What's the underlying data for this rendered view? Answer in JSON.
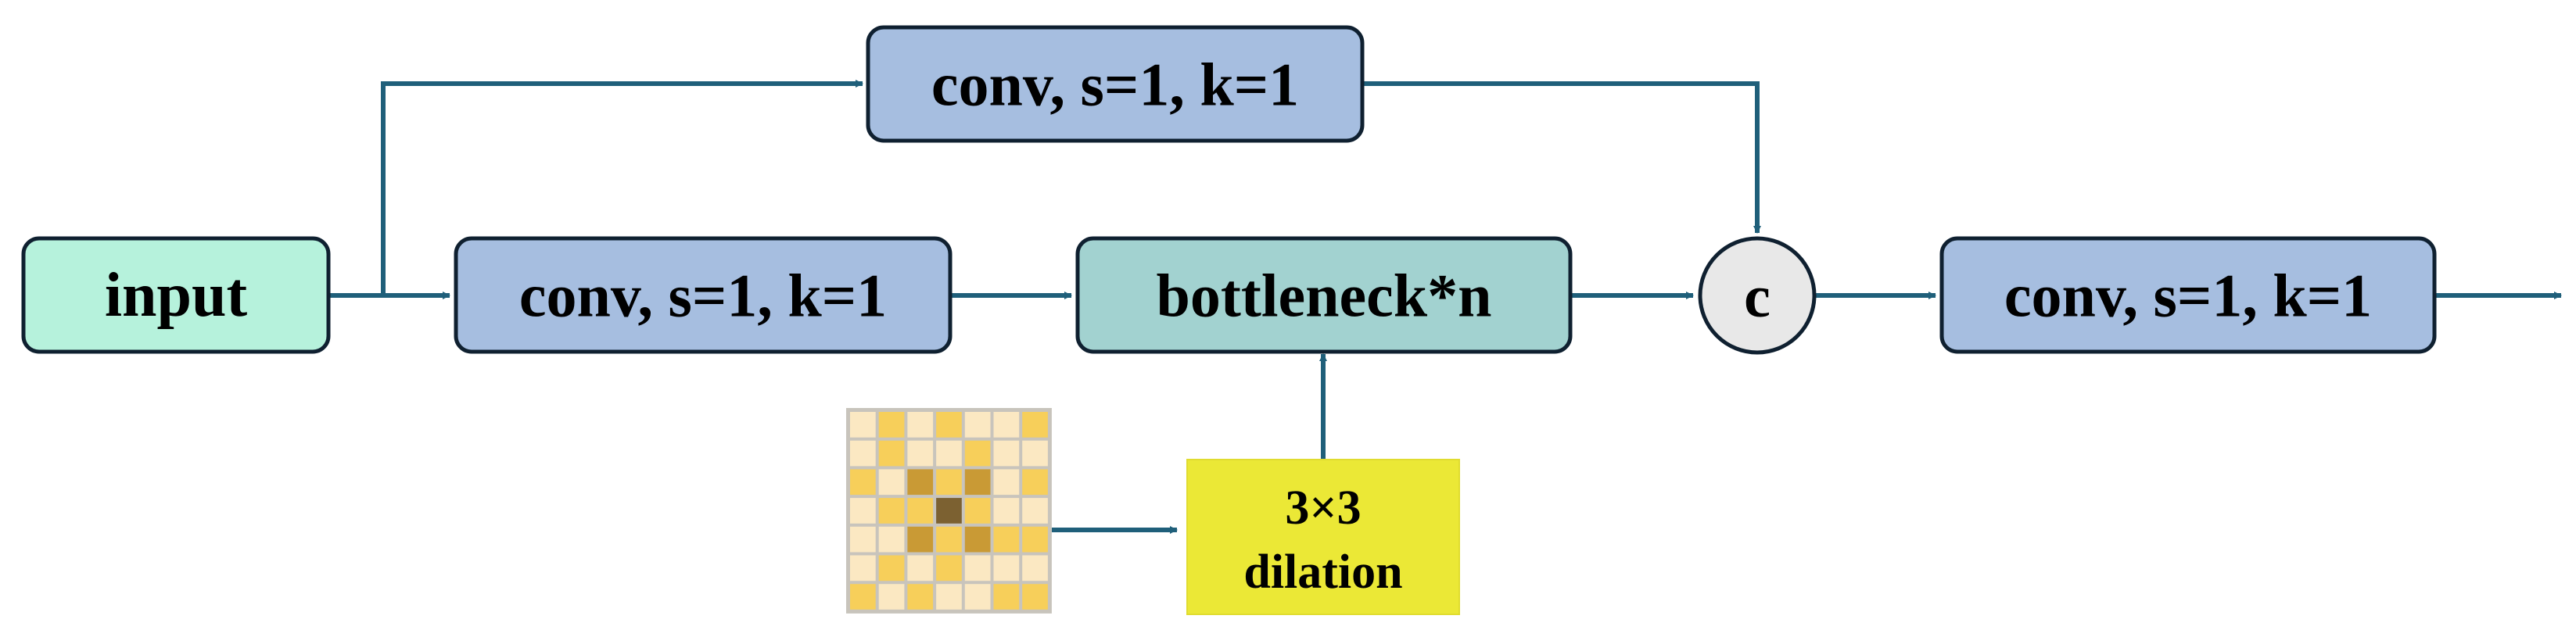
{
  "colors": {
    "edge": "#1f5f7a",
    "box_border": "#0f2030",
    "input_fill": "#b6f2dc",
    "conv_fill": "#a6bee0",
    "bottleneck_fill": "#a2d2d0",
    "concat_fill": "#e8e8e8",
    "dilation_fill": "#ebe836",
    "grid_light": "#fbe8c2",
    "grid_mid": "#f7cf5a",
    "grid_dark": "#c99a35",
    "grid_center": "#7c6131",
    "grid_line": "#c8c4bc"
  },
  "nodes": {
    "input": "input",
    "conv_top": "conv, s=1, k=1",
    "conv_mid": "conv, s=1, k=1",
    "bottleneck": "bottleneck*n",
    "concat": "c",
    "conv_out": "conv, s=1, k=1",
    "dilation_line1": "3×3",
    "dilation_line2": "dilation"
  },
  "kernel_grid": {
    "size": 7,
    "cells": [
      [
        0,
        1,
        0,
        1,
        0,
        0,
        1
      ],
      [
        0,
        1,
        0,
        0,
        1,
        0,
        0
      ],
      [
        1,
        0,
        2,
        1,
        2,
        0,
        1
      ],
      [
        0,
        1,
        1,
        3,
        1,
        0,
        0
      ],
      [
        0,
        0,
        2,
        1,
        2,
        1,
        1
      ],
      [
        0,
        1,
        0,
        1,
        0,
        0,
        0
      ],
      [
        1,
        0,
        1,
        0,
        0,
        1,
        1
      ]
    ]
  }
}
